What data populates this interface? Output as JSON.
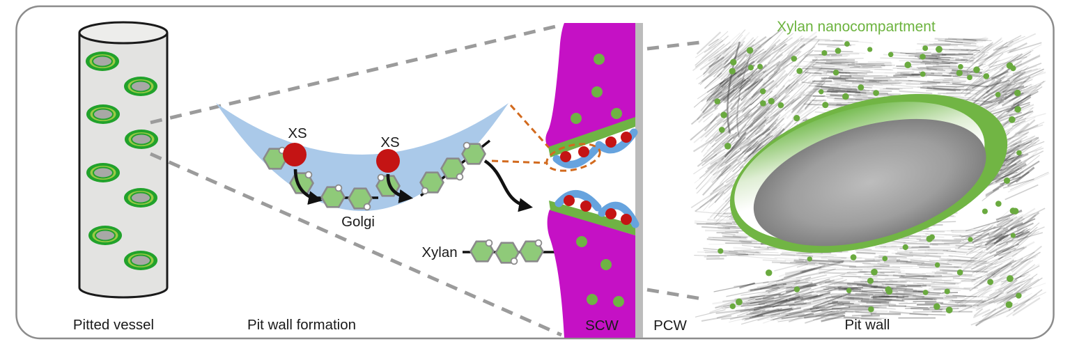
{
  "labels": {
    "pitted_vessel": "Pitted vessel",
    "pit_wall_formation": "Pit wall formation",
    "golgi": "Golgi",
    "xs": "XS",
    "xylan": "Xylan",
    "scw": "SCW",
    "pcw": "PCW",
    "pit_wall": "Pit wall",
    "xylan_nanocompartment": "Xylan nanocompartment"
  },
  "colors": {
    "border_gray": "#8c8c8c",
    "vessel_gray": "#e3e3e1",
    "vessel_top_gray": "#ededeb",
    "outline_black": "#1a1a1a",
    "pit_green": "#21a22b",
    "pit_light_green": "#9aca45",
    "pit_center_gray": "#a8a8a6",
    "dash_gray": "#9b9b9b",
    "golgi_blue": "#aac9e9",
    "hexagon_green": "#8fca79",
    "hexagon_stroke": "#8a8a8a",
    "xs_red": "#c41414",
    "arrow_black": "#111111",
    "orange_dash": "#d26a1e",
    "scw_magenta": "#c511c5",
    "stripe_green": "#6fb344",
    "pcw_gray": "#bcbcbc",
    "vesicle_blue": "#66a3de",
    "dot_green": "#6aaa3f",
    "nano_text_green": "#6cb33e",
    "ring_green": "#71b544",
    "label_black": "#1a1a1a"
  },
  "decor": {
    "seed": 7,
    "hatch_strokes": 2700,
    "cluster_strokes": 480,
    "xylan_dots": 78
  }
}
